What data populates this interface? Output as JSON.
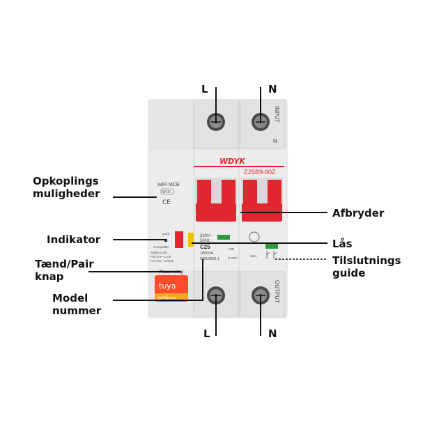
{
  "device": {
    "brand": "WDYK",
    "model_code": "ZJSB9-80Z",
    "wifi_label": "WiFi MCB",
    "wifi_badge": "Wi-Fi",
    "ce_mark": "CE",
    "quick_text": "Quick",
    "compatible_text": "Compatible",
    "safety_lines": [
      "Safety Lock",
      "Pull out—Lock",
      "Put into—Unlock"
    ],
    "rating_voltage": "230V~",
    "rating_freq": "50Hz",
    "rating_current": "C25",
    "breaking_capacity": "10000A",
    "standard": "GB10963.1",
    "on_text": "I ON",
    "off_text": "O OFF",
    "cert_number": "1121",
    "input_text": "INPUT",
    "output_text": "OUTPUT",
    "n_small": "N",
    "powered_by": "Powered by",
    "tuya_logo": "tuya",
    "intelligence": "Intelligence",
    "accent_red": "#e0262f",
    "body_color": "#eeeeee"
  },
  "terminals": {
    "top_left": "L",
    "top_right": "N",
    "bottom_left": "L",
    "bottom_right": "N"
  },
  "callouts": {
    "connection_options": "Opkoplings\nmuligheder",
    "indicator": "Indikator",
    "on_pair_button": "Tænd/Pair\nknap",
    "model_number": "Model\nnummer",
    "switch": "Afbryder",
    "lock": "Lås",
    "connection_guide": "Tilslutnings\nguide"
  }
}
